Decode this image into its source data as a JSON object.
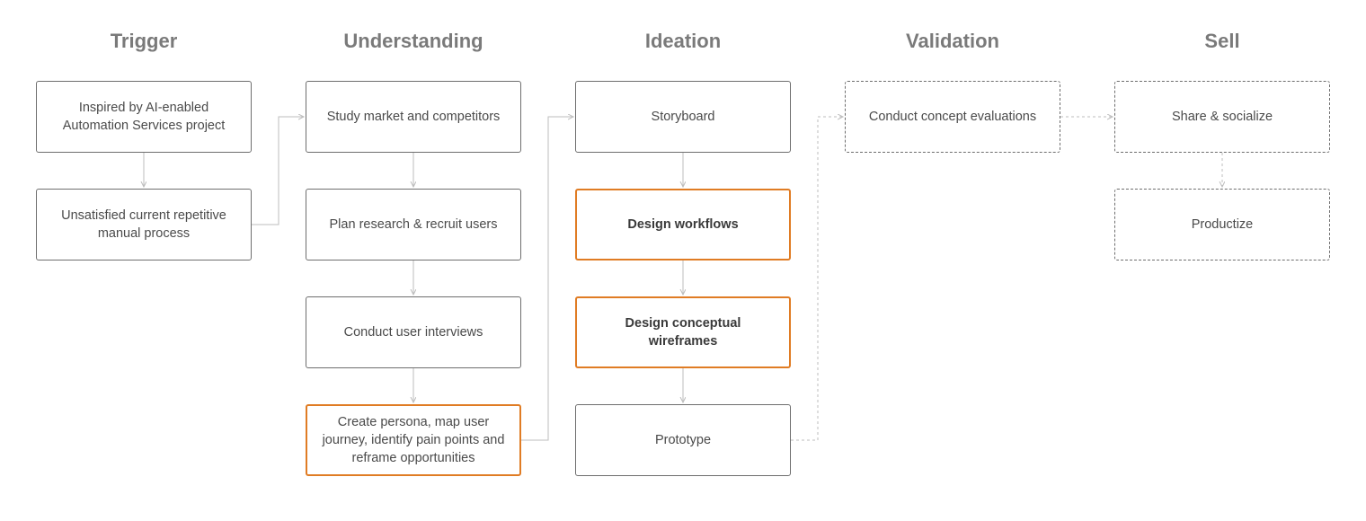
{
  "stages": [
    {
      "title": "Trigger"
    },
    {
      "title": "Understanding"
    },
    {
      "title": "Ideation"
    },
    {
      "title": "Validation"
    },
    {
      "title": "Sell"
    }
  ],
  "boxes": {
    "trigger_inspired": "Inspired by AI-enabled Automation Services project",
    "trigger_unsatisfied": "Unsatisfied current repetitive manual process",
    "understanding_study": "Study market and competitors",
    "understanding_plan": "Plan research & recruit users",
    "understanding_interviews": "Conduct user interviews",
    "understanding_persona": "Create persona, map user journey, identify pain points and reframe opportunities",
    "ideation_storyboard": "Storyboard",
    "ideation_workflows": "Design workflows",
    "ideation_wireframes": "Design conceptual wireframes",
    "ideation_prototype": "Prototype",
    "validation_evaluations": "Conduct concept evaluations",
    "sell_share": "Share & socialize",
    "sell_productize": "Productize"
  },
  "colors": {
    "highlight": "#e07c24",
    "border": "#6e6e6e",
    "connector": "#bdbdbd",
    "title": "#7a7a7a"
  }
}
